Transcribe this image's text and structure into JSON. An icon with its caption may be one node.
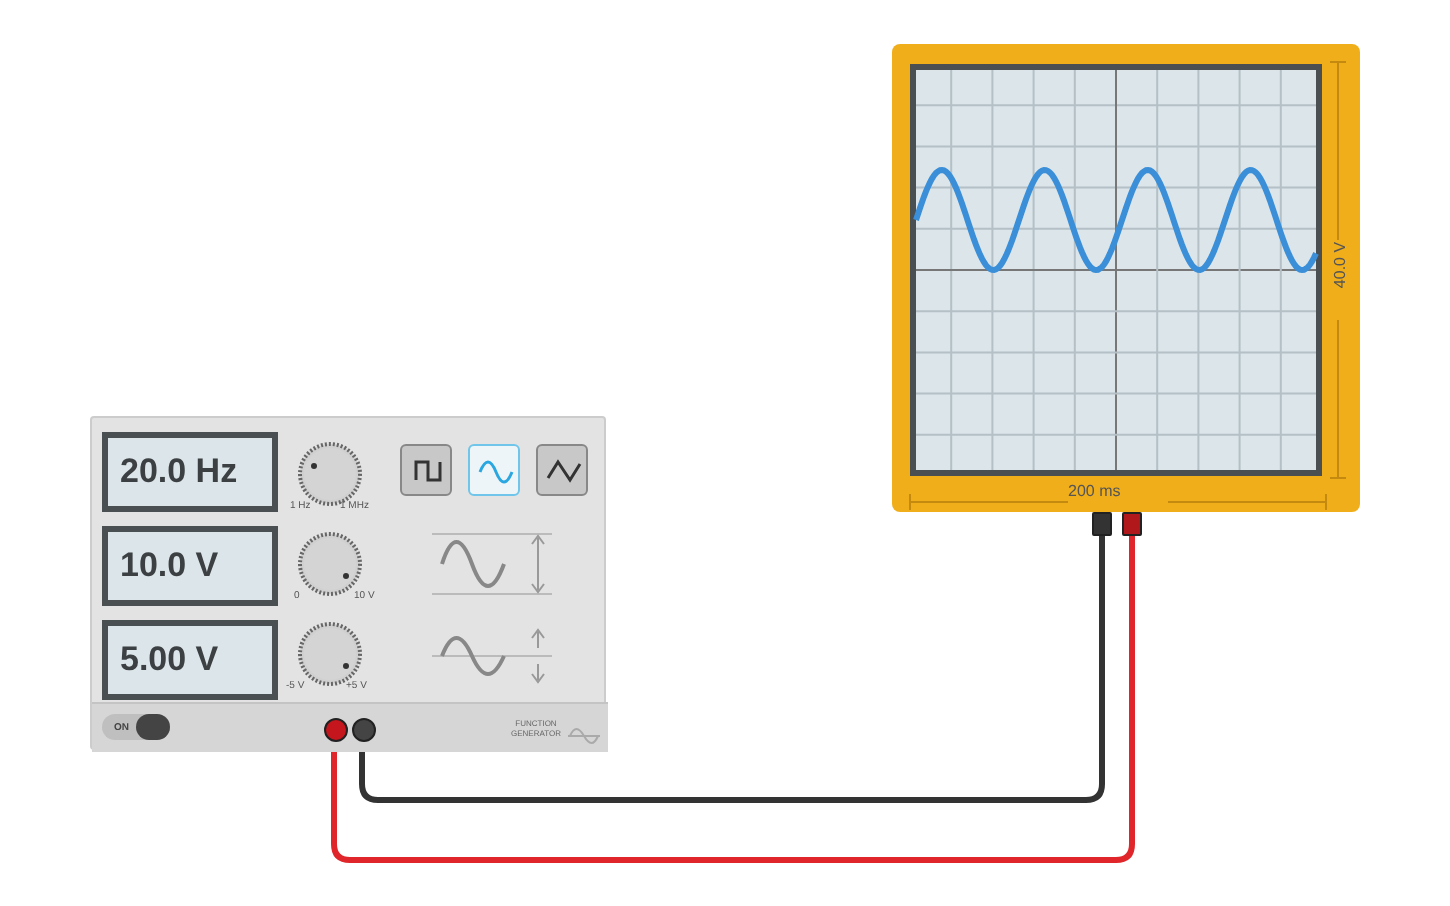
{
  "diagram": {
    "nodes": [
      {
        "text": [
          "FUNCTION GENERATOR"
        ]
      },
      {
        "text": [
          "20.0 Hz"
        ],
        "in": 0
      },
      {
        "text": [
          "10.0 V"
        ],
        "in": 0
      },
      {
        "text": [
          "5.00 V"
        ],
        "in": 0
      },
      {
        "text": [],
        "shape": "circle",
        "in": 0
      },
      {
        "text": [],
        "shape": "circle",
        "in": 0
      },
      {
        "text": [
          "200 ms",
          "40.0 V"
        ]
      },
      {
        "text": [],
        "shape": "box"
      },
      {
        "text": [],
        "shape": "box"
      }
    ],
    "edges": [
      {
        "from": 5,
        "to": 7,
        "arrow": "none",
        "color": "#333333"
      },
      {
        "from": 4,
        "to": 8,
        "arrow": "none",
        "color": "#e0262a"
      }
    ],
    "labels": [
      "1 Hz",
      "1 MHz",
      "0",
      "10 V",
      "-5 V",
      "+5 V",
      "ON"
    ]
  }
}
